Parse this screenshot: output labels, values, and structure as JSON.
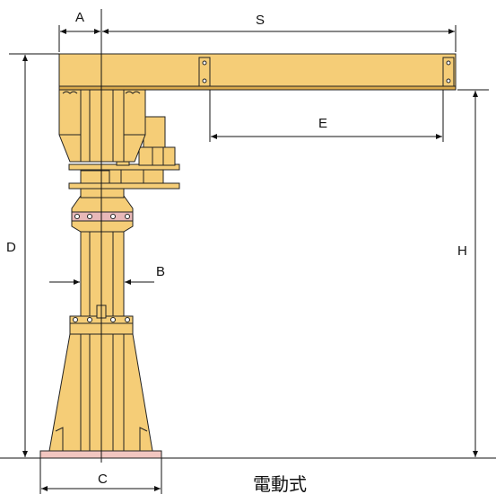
{
  "labels": {
    "a": "A",
    "s": "S",
    "e": "E",
    "d": "D",
    "h": "H",
    "b": "B",
    "c": "C"
  },
  "caption": "電動式",
  "colors": {
    "steel": "#f5cd77",
    "steel_dark": "#d9a84a",
    "base_plate": "#f2c6c0",
    "flange": "#e8b8b8",
    "outline": "#222222"
  }
}
